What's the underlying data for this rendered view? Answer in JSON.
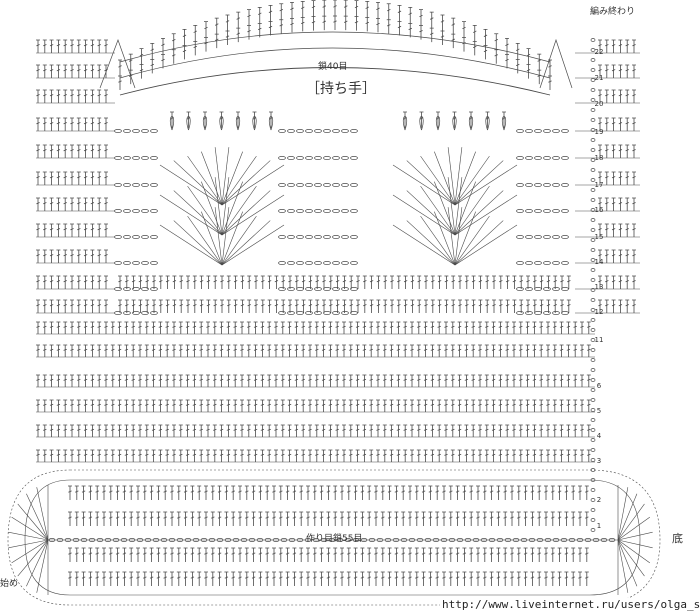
{
  "labels": {
    "finish": "編み終わり",
    "chain_top": "鎖40目",
    "handle": "［持ち手］",
    "foundation": "作り目鎖55目",
    "bottom": "底",
    "start": "始め",
    "watermark": "http://www.liveinternet.ru/users/olga_san/"
  },
  "row_numbers": [
    "22",
    "21",
    "20",
    "19",
    "18",
    "17",
    "16",
    "15",
    "14",
    "13",
    "12",
    "11",
    "6",
    "5",
    "4",
    "3",
    "2",
    "1"
  ],
  "colors": {
    "ink": "#4a4a4a",
    "background": "#ffffff"
  }
}
